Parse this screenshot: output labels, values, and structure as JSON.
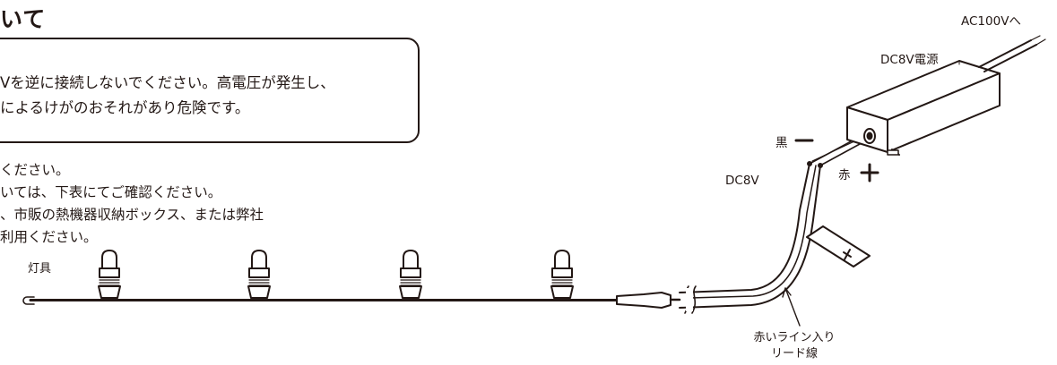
{
  "heading": "いて",
  "warning": {
    "line1": "Vを逆に接続しないでください。高電圧が発生し、",
    "line2": "によるけがのおそれがあり危険です。"
  },
  "notes": [
    "ください。",
    "いては、下表にてご確認ください。",
    "、市販の熱機器収納ボックス、または弊社",
    "利用ください。"
  ],
  "labels": {
    "fixture": "灯具",
    "ac": "AC100Vへ",
    "power_supply": "DC8V電源",
    "black": "黒",
    "minus": "−",
    "red": "赤",
    "plus": "+",
    "dc8v": "DC8V",
    "tag_plus": "+",
    "lead_line1": "赤いライン入り",
    "lead_line2": "リード線"
  }
}
